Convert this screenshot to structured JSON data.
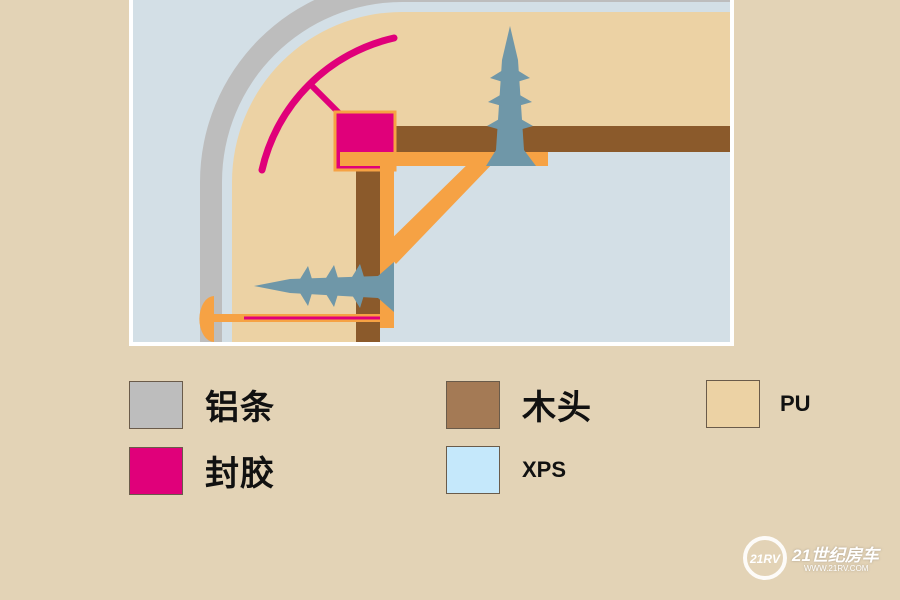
{
  "colors": {
    "background": "#e3d3b6",
    "aluminum_strip": "#bdbdbd",
    "sealant": "#e0007a",
    "wood": "#8b5a2b",
    "pu": "#ecd2a4",
    "xps": "#d3dfe6",
    "bracket": "#f6a244",
    "screw": "#6f97a8"
  },
  "legend": [
    {
      "label": "铝条",
      "color": "#bdbdbd",
      "material": "aluminum-strip"
    },
    {
      "label": "封胶",
      "color": "#e0007a",
      "material": "sealant"
    },
    {
      "label": "木头",
      "color": "#a47a55",
      "material": "wood"
    },
    {
      "label": "XPS",
      "color": "#c5e8fb",
      "material": "xps"
    },
    {
      "label": "PU",
      "color": "#ecd2a4",
      "material": "pu"
    }
  ],
  "watermark": {
    "logo_text": "21世纪房车",
    "sub_text": "WWW.21RV.COM",
    "badge_text": "21RV"
  }
}
